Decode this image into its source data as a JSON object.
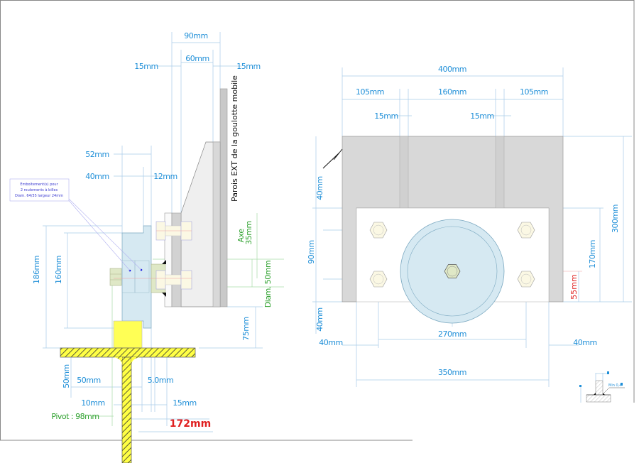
{
  "left_view": {
    "dims": {
      "d90": "90mm",
      "d60": "60mm",
      "d15_left": "15mm",
      "d15_right": "15mm",
      "d52": "52mm",
      "d40": "40mm",
      "d12": "12mm",
      "d186": "186mm",
      "d160": "160mm",
      "d75": "75mm",
      "d50_vert": "50mm",
      "d50": "50mm",
      "d5": "5.0mm",
      "d10": "10mm",
      "d15_bottom": "15mm"
    },
    "wall_label": "Parois EXT de la goulotte mobile",
    "axe_label": "Axe",
    "axe_value": "35mm",
    "diam_label": "Diam. 50mm",
    "pivot_label": "Pivot : 98mm",
    "total_label": "172mm",
    "note": {
      "line1": "Emboitement(s) pour",
      "line2": "2 roulements à billes",
      "line3": "Diam. 64/35 largeur 24mm"
    }
  },
  "right_view": {
    "dims": {
      "d400": "400mm",
      "d105_left": "105mm",
      "d160": "160mm",
      "d105_right": "105mm",
      "d15_left": "15mm",
      "d15_right": "15mm",
      "d40_top": "40mm",
      "d90": "90mm",
      "d40_bottom": "40mm",
      "d300": "300mm",
      "d170": "170mm",
      "d55": "55mm",
      "d270": "270mm",
      "d40_left": "40mm",
      "d40_right": "40mm",
      "d350": "350mm"
    }
  },
  "weld_symbol": {
    "label": "Min 0,4"
  },
  "colors": {
    "dimension": "#1f8fd8",
    "axis": "#2ea12e",
    "highlight": "#e02020",
    "plate": "#d6e9f2",
    "support": "#ffff55"
  }
}
